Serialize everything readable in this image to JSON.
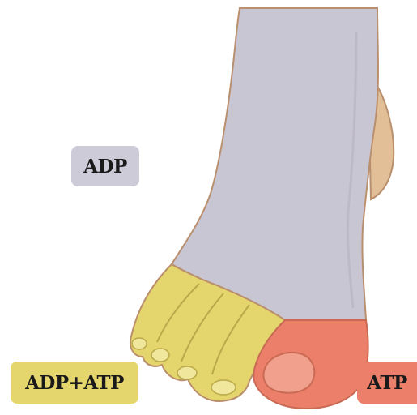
{
  "labels": {
    "adp": "ADP",
    "adp_atp": "ADP+ATP",
    "atp": "ATP"
  },
  "colors": {
    "adp": "#cecbd8",
    "adp_atp": "#e4d56c",
    "atp": "#ec7f6a",
    "foot_gray": "#c9c6d3",
    "skin": "#e2bf97",
    "outline": "#b98f6d"
  },
  "icons": {
    "illustration": "foot-dorsal-view"
  }
}
